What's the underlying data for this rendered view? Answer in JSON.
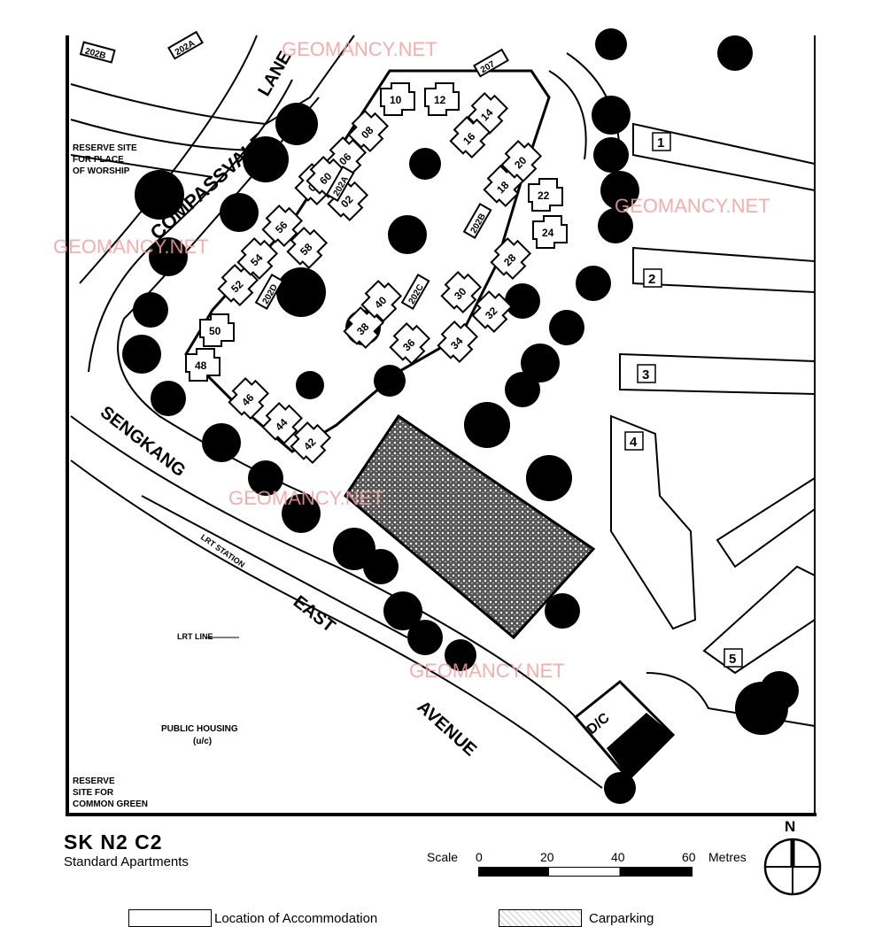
{
  "plan": {
    "code": "SK N2 C2",
    "subtitle": "Standard Apartments"
  },
  "watermark": "GEOMANCY.NET",
  "map_labels": {
    "road_1a": "COMPASSVALE",
    "road_1b": "LANE",
    "road_2a": "SENGKANG",
    "road_2b": "EAST",
    "road_2c": "AVENUE",
    "lrt_station": "LRT STATION",
    "lrt_line": "LRT LINE",
    "public_housing": "PUBLIC HOUSING",
    "public_housing_note": "(u/c)",
    "reserve_worship": [
      "RESERVE SITE",
      "FOR PLACE",
      "OF WORSHIP"
    ],
    "reserve_green": [
      "RESERVE",
      "SITE FOR",
      "COMMON GREEN"
    ],
    "dc": "D/C"
  },
  "blocks": [
    "02",
    "04",
    "06",
    "08",
    "10",
    "12",
    "14",
    "16",
    "18",
    "20",
    "22",
    "24",
    "28",
    "30",
    "32",
    "34",
    "36",
    "38",
    "40",
    "42",
    "44",
    "46",
    "48",
    "50",
    "52",
    "54",
    "56",
    "58",
    "60"
  ],
  "block_codes": [
    "202A",
    "202B",
    "202C",
    "202D",
    "202B",
    "202A",
    "207"
  ],
  "neighbour_buildings": [
    "1",
    "2",
    "3",
    "4",
    "5"
  ],
  "scale": {
    "label": "Scale",
    "ticks": [
      "0",
      "20",
      "40",
      "60"
    ],
    "unit": "Metres"
  },
  "north": "N",
  "legend": [
    {
      "label": "Location of Accommodation"
    },
    {
      "label": "Carparking"
    }
  ]
}
